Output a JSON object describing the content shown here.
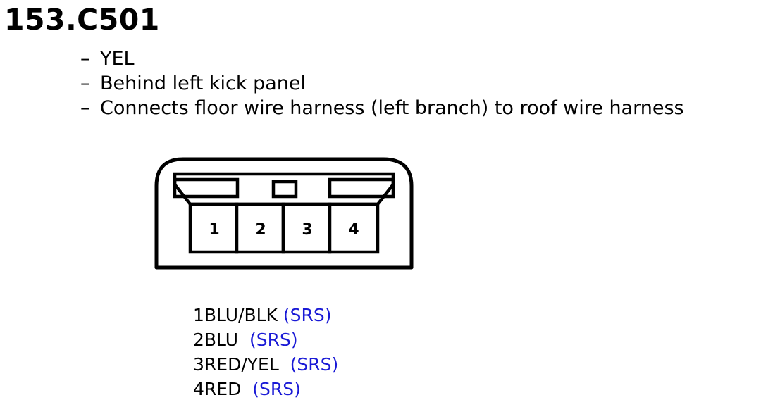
{
  "connector": {
    "title": "153.C501",
    "details": [
      "YEL",
      "Behind left kick panel",
      "Connects floor wire harness (left branch) to roof wire harness"
    ],
    "dash": "–",
    "terminals": [
      "1",
      "2",
      "3",
      "4"
    ]
  },
  "pinout": [
    {
      "num": "1",
      "wire": "BLU/BLK",
      "sep": " ",
      "system": "(SRS)"
    },
    {
      "num": "2",
      "wire": "BLU",
      "sep": "  ",
      "system": "(SRS)"
    },
    {
      "num": "3",
      "wire": "RED/YEL",
      "sep": "  ",
      "system": "(SRS)"
    },
    {
      "num": "4",
      "wire": "RED",
      "sep": "  ",
      "system": "(SRS)"
    }
  ],
  "colors": {
    "system_label": "#1a1ad6",
    "outline": "#000000"
  }
}
